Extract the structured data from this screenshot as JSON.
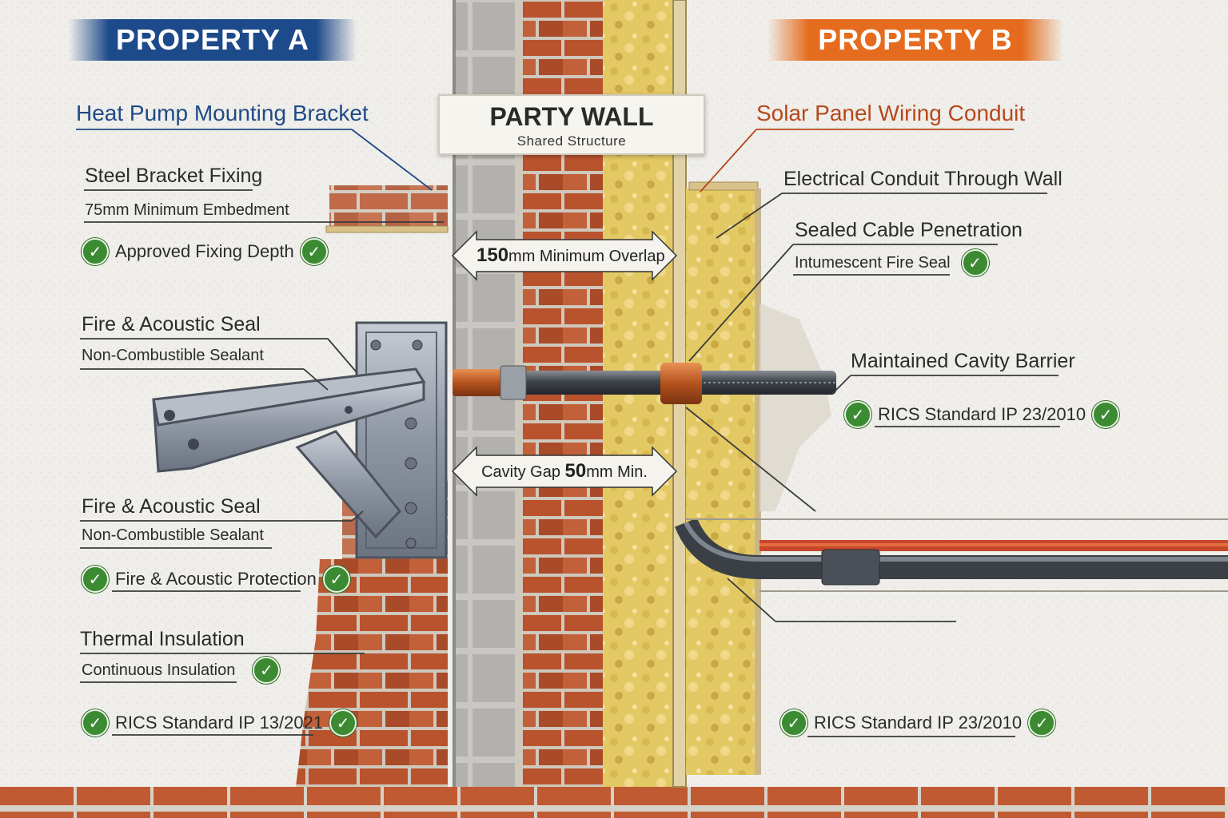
{
  "property_a": {
    "title": "PROPERTY A",
    "heading": "Heat Pump Mounting Bracket",
    "steel_fixing": "Steel Bracket Fixing",
    "embedment": "75mm Minimum Embedment",
    "approved_depth": "Approved Fixing Depth",
    "seal_1_title": "Fire & Acoustic Seal",
    "seal_1_sub": "Non-Combustible Sealant",
    "seal_2_title": "Fire & Acoustic Seal",
    "seal_2_sub": "Non-Combustible Sealant",
    "fire_protection": "Fire & Acoustic Protection",
    "thermal_title": "Thermal Insulation",
    "thermal_sub": "Continuous Insulation",
    "standard": "RICS Standard IP 13/2021"
  },
  "party_wall": {
    "title": "PARTY WALL",
    "subtitle": "Shared Structure",
    "overlap_value": "150",
    "overlap_text": "mm Minimum Overlap",
    "cavity_prefix": "Cavity Gap ",
    "cavity_value": "50",
    "cavity_suffix": "mm Min."
  },
  "property_b": {
    "title": "PROPERTY B",
    "heading": "Solar Panel Wiring Conduit",
    "conduit": "Electrical Conduit Through Wall",
    "penetration_title": "Sealed Cable Penetration",
    "penetration_sub": "Intumescent Fire Seal",
    "cavity_barrier": "Maintained Cavity Barrier",
    "standard_1": "RICS Standard IP 23/2010",
    "standard_2": "RICS Standard IP 23/2010"
  },
  "colors": {
    "property_a": "#1d4a8a",
    "property_b": "#e56c1e",
    "brick": "#b5502d",
    "insulation": "#e3c964",
    "check": "#3c8a32"
  },
  "icons": [
    "check-icon",
    "double-arrow-icon"
  ]
}
